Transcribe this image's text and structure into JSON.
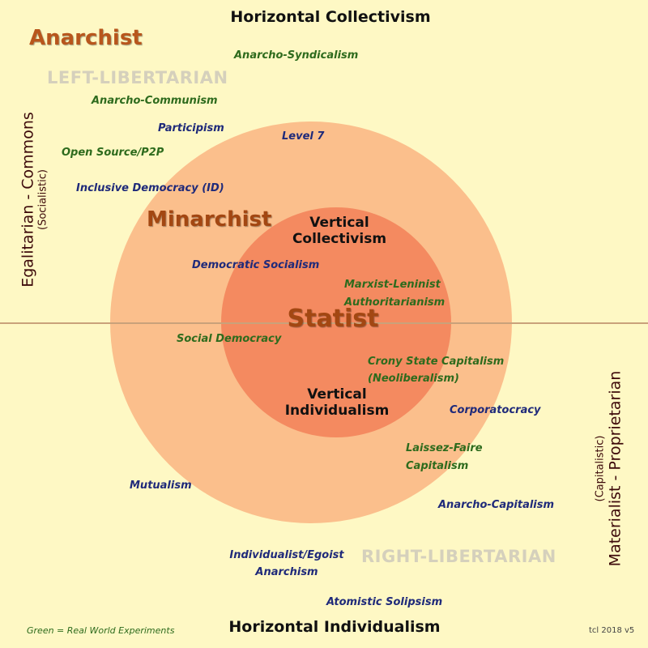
{
  "axes": {
    "top": "Horizontal Collectivism",
    "bottom": "Horizontal Individualism",
    "left_main": "Egalitarian - Commons",
    "left_sub": "(Socialistic)",
    "right_main": "Materialist - Proprietarian",
    "right_sub": "(Capitalistic)"
  },
  "zones": {
    "anarchist": "Anarchist",
    "minarchist": "Minarchist",
    "statist": "Statist",
    "left_libertarian": "LEFT-LIBERTARIAN",
    "right_libertarian": "RIGHT-LIBERTARIAN",
    "vertical_collectivism_1": "Vertical",
    "vertical_collectivism_2": "Collectivism",
    "vertical_individualism_1": "Vertical",
    "vertical_individualism_2": "Individualism"
  },
  "items": {
    "anarcho_syndicalism": "Anarcho-Syndicalism",
    "anarcho_communism": "Anarcho-Communism",
    "participism": "Participism",
    "level7": "Level 7",
    "open_source": "Open Source/P2P",
    "inclusive_democracy": "Inclusive Democracy (ID)",
    "democratic_socialism": "Democratic Socialism",
    "marxist_leninist_1": "Marxist-Leninist",
    "marxist_leninist_2": "Authoritarianism",
    "social_democracy": "Social Democracy",
    "crony_1": "Crony State Capitalism",
    "crony_2": "(Neoliberalism)",
    "corporatocracy": "Corporatocracy",
    "laissez_1": "Laissez-Faire",
    "laissez_2": "Capitalism",
    "mutualism": "Mutualism",
    "anarcho_capitalism": "Anarcho-Capitalism",
    "individualist_1": "Individualist/Egoist",
    "individualist_2": "Anarchism",
    "atomistic_solipsism": "Atomistic Solipsism"
  },
  "footer": {
    "legend": "Green = Real World Experiments",
    "credit": "tcl 2018 v5"
  },
  "colors": {
    "background": "#fef8c4",
    "outer_circle": "#fbbf8c",
    "inner_circle": "#f48a60",
    "axis_line": "#c9a27a",
    "real_world": "#2e6b1d",
    "theory": "#1f2a7a",
    "anarchist_text": "#b8561c",
    "statist_text": "#a34712"
  }
}
